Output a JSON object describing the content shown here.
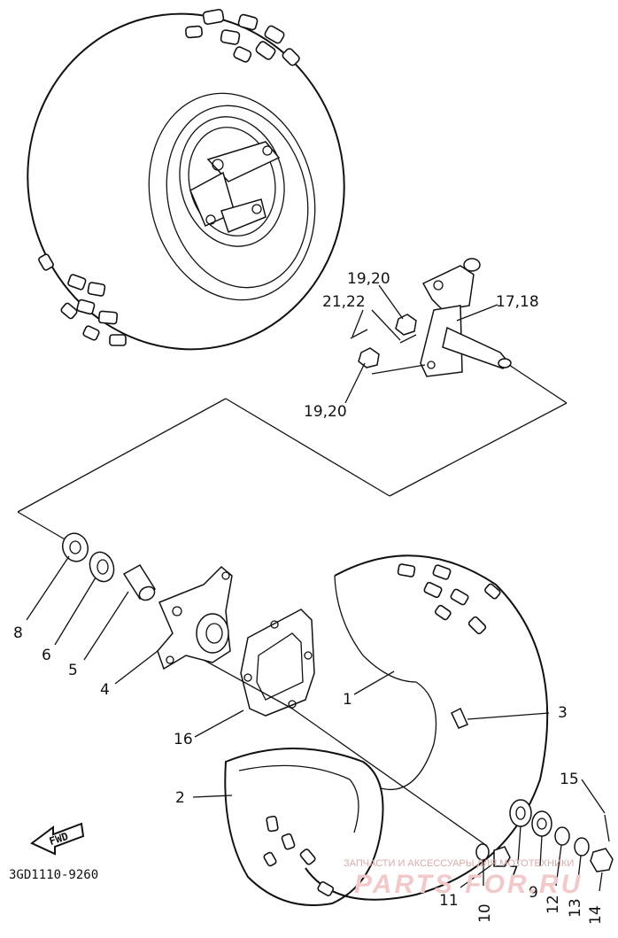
{
  "diagram": {
    "drawing_code": "3GD1110-9260",
    "fwd_label": "FWD",
    "callouts": [
      {
        "id": "1",
        "text": "1"
      },
      {
        "id": "2",
        "text": "2"
      },
      {
        "id": "3",
        "text": "3"
      },
      {
        "id": "4",
        "text": "4"
      },
      {
        "id": "5",
        "text": "5"
      },
      {
        "id": "6",
        "text": "6"
      },
      {
        "id": "7",
        "text": "7"
      },
      {
        "id": "8",
        "text": "8"
      },
      {
        "id": "9",
        "text": "9"
      },
      {
        "id": "10",
        "text": "10"
      },
      {
        "id": "11",
        "text": "11"
      },
      {
        "id": "12",
        "text": "12"
      },
      {
        "id": "13",
        "text": "13"
      },
      {
        "id": "14",
        "text": "14"
      },
      {
        "id": "15",
        "text": "15"
      },
      {
        "id": "16",
        "text": "16"
      },
      {
        "id": "17_18",
        "text": "17,18"
      },
      {
        "id": "19_20_top",
        "text": "19,20"
      },
      {
        "id": "19_20_bottom",
        "text": "19,20"
      },
      {
        "id": "21_22",
        "text": "21,22"
      }
    ]
  },
  "watermark": {
    "line1": "ЗАПЧАСТИ И АКСЕССУАРЫ ДЛЯ МОТОТЕХНИКИ",
    "line2": "PARTS FOR.RU"
  }
}
